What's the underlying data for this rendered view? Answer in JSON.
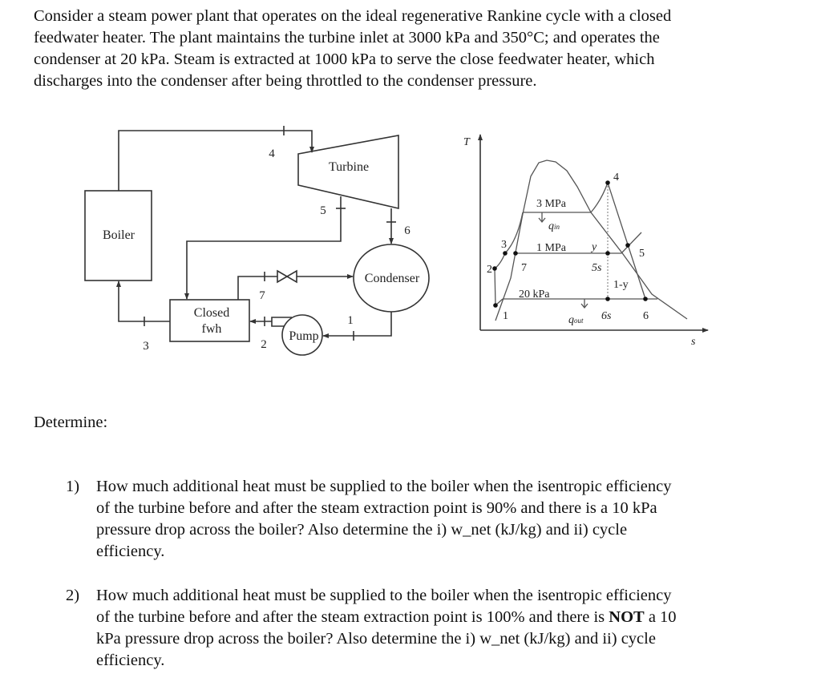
{
  "problem": {
    "lines": [
      "Consider a steam power plant that operates on the ideal regenerative Rankine cycle with a closed",
      "feedwater heater.  The plant maintains the turbine inlet at 3000 kPa and 350°C; and operates the",
      "condenser at 20 kPa.  Steam is extracted at 1000 kPa to serve the close feedwater heater, which",
      "discharges into the condenser after being throttled to the condenser pressure."
    ]
  },
  "schematic": {
    "boiler": "Boiler",
    "turbine": "Turbine",
    "condenser": "Condenser",
    "fwh_line1": "Closed",
    "fwh_line2": "fwh",
    "pump": "Pump",
    "states": [
      "1",
      "2",
      "3",
      "4",
      "5",
      "6",
      "7"
    ]
  },
  "ts_diagram": {
    "t_axis": "T",
    "s_axis": "s",
    "p_high": "3 MPa",
    "p_mid": "1 MPa",
    "p_low": "20 kPa",
    "q_in": "q",
    "q_in_sub": "in",
    "q_out": "q",
    "q_out_sub": "out",
    "y": "y",
    "one_minus_y": "1-y",
    "points": {
      "p1": "1",
      "p2": "2",
      "p3": "3",
      "p4": "4",
      "p5": "5",
      "p5s": "5s",
      "p6": "6",
      "p6s": "6s",
      "p7": "7"
    }
  },
  "determine": "Determine:",
  "questions": [
    {
      "number": "1)",
      "lines": [
        "How much additional heat must be supplied to the boiler when the isentropic efficiency",
        "of the turbine before and after the steam extraction point is 90% and there is a 10 kPa",
        "pressure drop across the boiler?  Also determine the i) w_net (kJ/kg) and ii) cycle",
        "efficiency."
      ]
    },
    {
      "number": "2)",
      "lines": [
        "How much additional heat must be supplied to the boiler when the isentropic efficiency",
        "of the turbine before and after the steam extraction point is 100% and there is ",
        "NOT",
        " a 10",
        "kPa pressure drop across the boiler? Also determine the i) w_net (kJ/kg) and ii) cycle",
        "efficiency."
      ]
    }
  ]
}
